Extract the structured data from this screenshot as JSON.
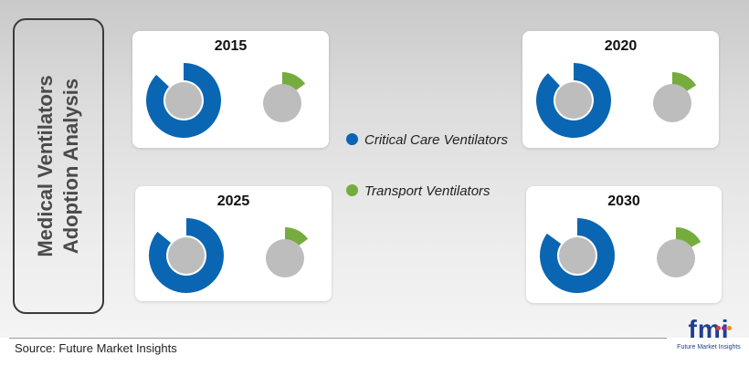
{
  "title_lines": [
    "Medical Ventilators",
    "Adoption Analysis"
  ],
  "source": "Source: Future Market Insights",
  "logo": {
    "mark": "fmi",
    "caption": "Future Market Insights"
  },
  "colors": {
    "critical": "#0a66b2",
    "transport": "#76ac3e",
    "center": "#bdbdbd"
  },
  "chart_data": {
    "type": "pie",
    "legend": [
      {
        "label": "Critical Care Ventilators",
        "color": "#0a66b2"
      },
      {
        "label": "Transport Ventilators",
        "color": "#76ac3e"
      }
    ],
    "panels": [
      {
        "year": "2015",
        "critical_care_share": 0.87,
        "transport_share": 0.15
      },
      {
        "year": "2020",
        "critical_care_share": 0.88,
        "transport_share": 0.16
      },
      {
        "year": "2025",
        "critical_care_share": 0.86,
        "transport_share": 0.15
      },
      {
        "year": "2030",
        "critical_care_share": 0.85,
        "transport_share": 0.17
      }
    ]
  }
}
